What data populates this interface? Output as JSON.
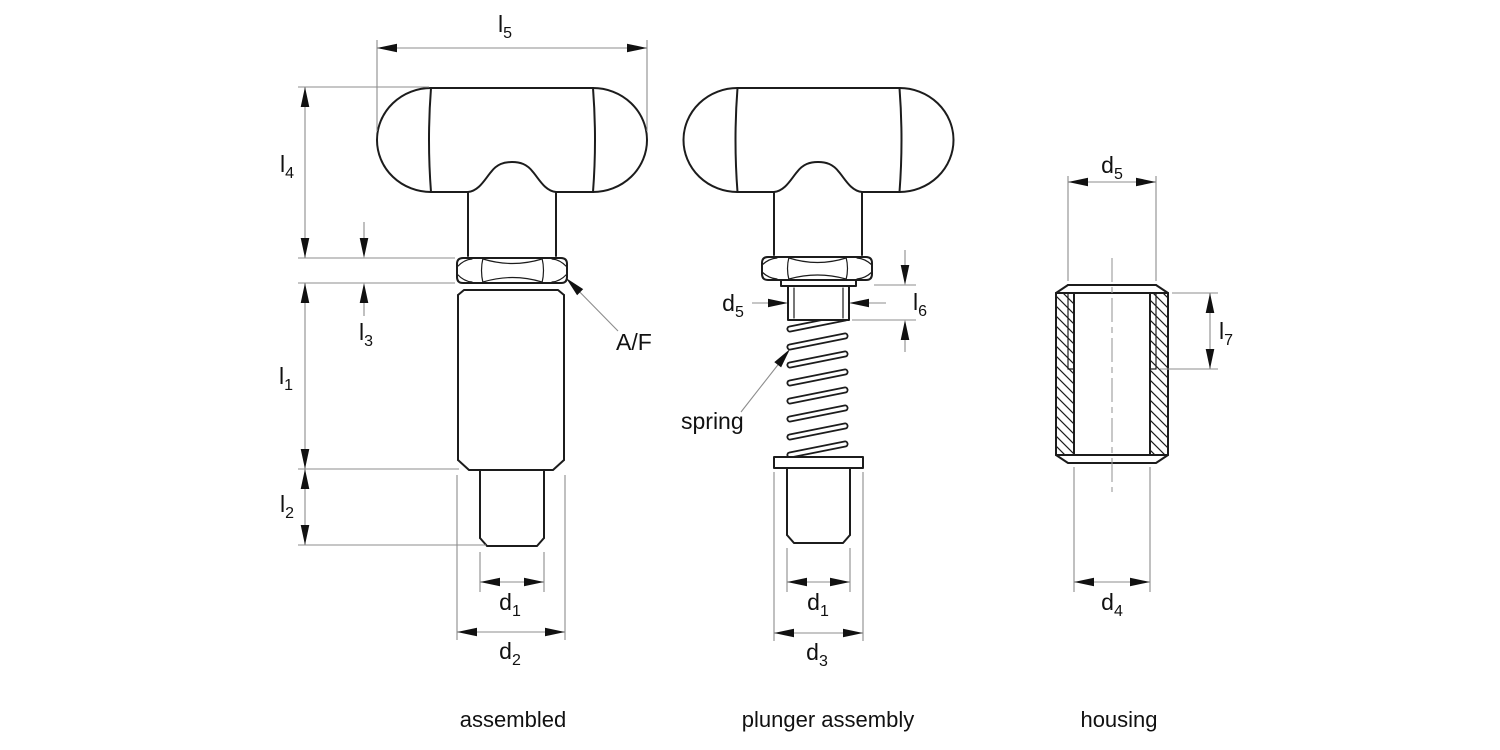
{
  "drawing": {
    "title": "index plunger technical drawing",
    "views": [
      {
        "caption": "assembled"
      },
      {
        "caption": "plunger assembly"
      },
      {
        "caption": "housing"
      }
    ],
    "annotations": {
      "af_label": "A/F",
      "spring_label": "spring"
    },
    "dims": {
      "l1": {
        "main": "l",
        "sub": "1"
      },
      "l2": {
        "main": "l",
        "sub": "2"
      },
      "l3": {
        "main": "l",
        "sub": "3"
      },
      "l4": {
        "main": "l",
        "sub": "4"
      },
      "l5": {
        "main": "l",
        "sub": "5"
      },
      "l6": {
        "main": "l",
        "sub": "6"
      },
      "l7": {
        "main": "l",
        "sub": "7"
      },
      "d1": {
        "main": "d",
        "sub": "1"
      },
      "d2": {
        "main": "d",
        "sub": "2"
      },
      "d3": {
        "main": "d",
        "sub": "3"
      },
      "d4": {
        "main": "d",
        "sub": "4"
      },
      "d5": {
        "main": "d",
        "sub": "5"
      }
    },
    "colors": {
      "outline": "#1c1c1c",
      "dimension_lines": "#8d8d8d",
      "text": "#111111",
      "background": "#ffffff"
    }
  }
}
